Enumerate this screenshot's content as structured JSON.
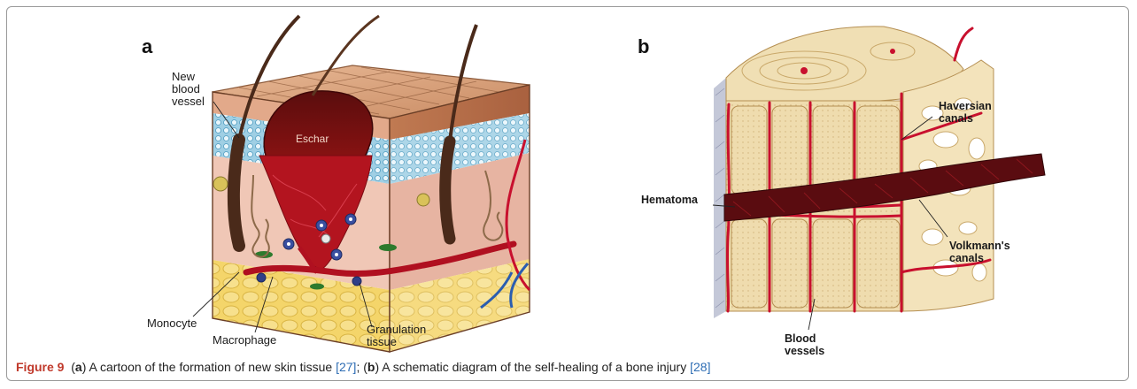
{
  "figure": {
    "panel_a": {
      "letter": "a",
      "labels": {
        "new_blood_vessel": "New blood vessel",
        "eschar": "Eschar",
        "monocyte": "Monocyte",
        "macrophage": "Macrophage",
        "granulation_tissue": "Granulation tissue"
      }
    },
    "panel_b": {
      "letter": "b",
      "labels": {
        "haversian_canals": "Haversian canals",
        "hematoma": "Hematoma",
        "volkmanns_canals": "Volkmann's canals",
        "blood_vessels": "Blood vessels"
      }
    },
    "caption": {
      "number": "Figure 9",
      "part1": "(",
      "a": "a",
      "part2": ") A cartoon of the formation of new skin tissue ",
      "ref1": "[27]",
      "part3": "; (",
      "b": "b",
      "part4": ") A schematic diagram of the self-healing of a bone injury ",
      "ref2": "[28]"
    },
    "colors": {
      "caption_accent": "#c0392b",
      "reference_link": "#2e6db4",
      "blood": "#c8102e",
      "skin_surface": "#d9a27a",
      "bone": "#ecd9a8"
    }
  }
}
